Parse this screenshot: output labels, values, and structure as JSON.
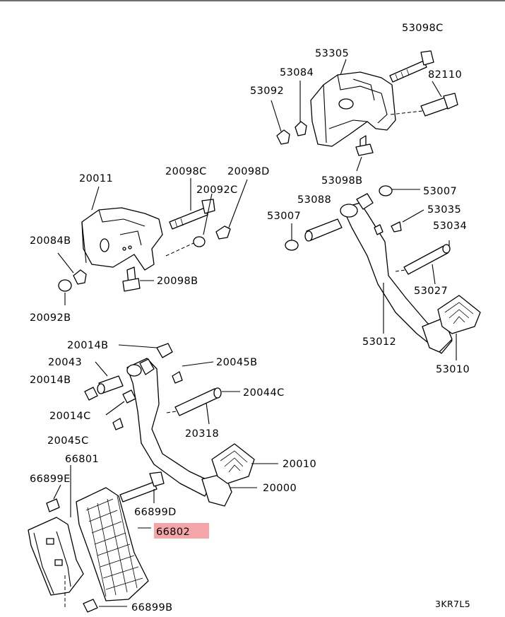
{
  "diagram": {
    "sections": [
      {
        "id": "clutch-bracket-assembly",
        "labels": [
          "53098C",
          "53305",
          "53084",
          "82110",
          "53092",
          "53098B"
        ]
      },
      {
        "id": "clutch-pedal",
        "labels": [
          "53007",
          "53088",
          "53007",
          "53035",
          "53034",
          "53027",
          "53012",
          "53010"
        ]
      },
      {
        "id": "brake-bracket",
        "labels": [
          "20011",
          "20098C",
          "20098D",
          "20092C",
          "20084B",
          "20092B",
          "20098B"
        ]
      },
      {
        "id": "brake-pedal",
        "labels": [
          "20014B",
          "20043",
          "20045B",
          "20014B",
          "20044C",
          "20014C",
          "20318",
          "20045C",
          "20010",
          "20000"
        ]
      },
      {
        "id": "accelerator-pedal",
        "labels": [
          "66801",
          "66899E",
          "66899D",
          "66802",
          "66899B"
        ]
      }
    ],
    "highlighted": "66802",
    "highlight_color": "#f4a5a8",
    "footer_code": "3KR7L5"
  }
}
